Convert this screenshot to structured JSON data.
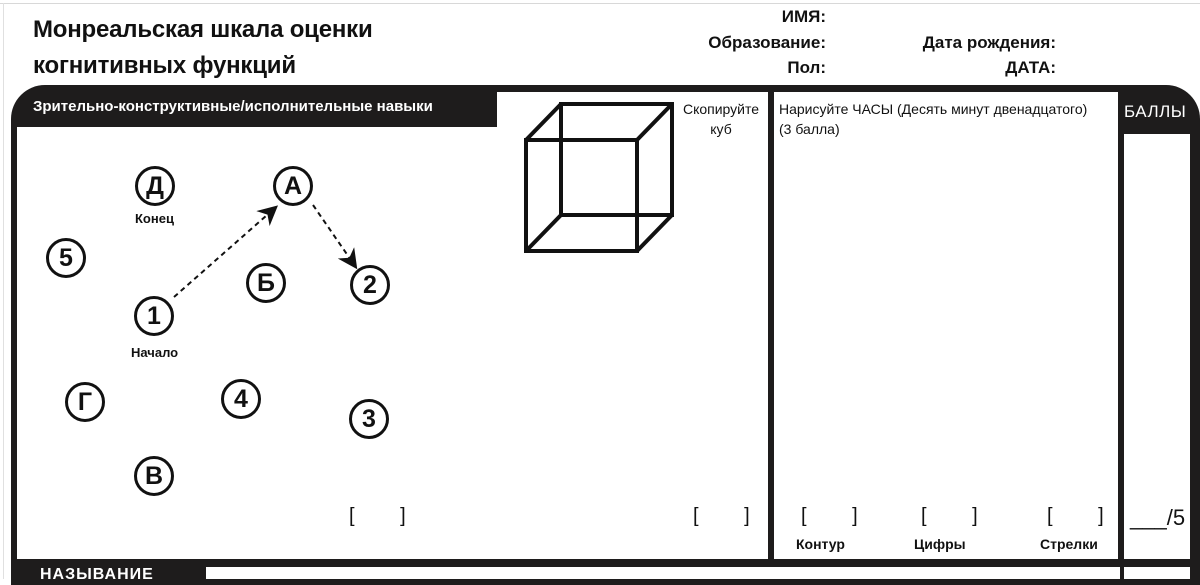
{
  "document": {
    "title_line1": "Монреальская шкала оценки",
    "title_line2": "когнитивных функций"
  },
  "patient_fields": {
    "name_label": "ИМЯ:",
    "education_label": "Образование:",
    "sex_label": "Пол:",
    "birthdate_label": "Дата рождения:",
    "date_label": "ДАТА:"
  },
  "section_visuospatial": {
    "label": "Зрительно-конструктивные/исполнительные навыки",
    "trail": {
      "nodes": [
        {
          "id": "Д",
          "label": "Д",
          "caption": "Конец"
        },
        {
          "id": "А",
          "label": "А"
        },
        {
          "id": "5",
          "label": "5"
        },
        {
          "id": "Б",
          "label": "Б"
        },
        {
          "id": "2",
          "label": "2"
        },
        {
          "id": "1",
          "label": "1",
          "caption": "Начало"
        },
        {
          "id": "Г",
          "label": "Г"
        },
        {
          "id": "4",
          "label": "4"
        },
        {
          "id": "3",
          "label": "3"
        },
        {
          "id": "В",
          "label": "В"
        }
      ],
      "score_box": "[ ]"
    },
    "cube": {
      "instruction_line1": "Скопируйте",
      "instruction_line2": "куб",
      "score_box": "[ ]"
    },
    "clock": {
      "instruction": "Нарисуйте ЧАСЫ (Десять минут двенадцатого)",
      "points": "(3 балла)",
      "criteria": [
        {
          "box": "[ ]",
          "label": "Контур"
        },
        {
          "box": "[ ]",
          "label": "Цифры"
        },
        {
          "box": "[ ]",
          "label": "Стрелки"
        }
      ]
    }
  },
  "score_column": {
    "header": "БАЛЛЫ",
    "score": "___/5"
  },
  "section_naming": {
    "label": "НАЗЫВАНИЕ"
  }
}
